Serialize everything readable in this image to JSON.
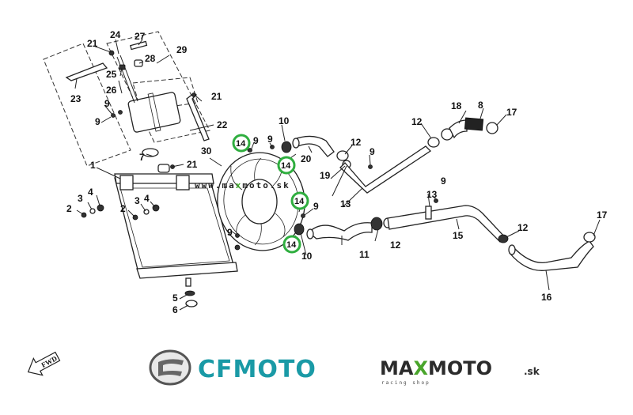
{
  "diagram": {
    "title_hidden": false,
    "watermark": {
      "prefix": "www.ma",
      "highlight": "x",
      "suffix": "moto.sk",
      "highlight_color": "#3fae2a"
    },
    "highlight_ring_color": "#2fae3f",
    "callouts": {
      "c1": "1",
      "c2a": "2",
      "c2b": "2",
      "c3a": "3",
      "c3b": "3",
      "c4a": "4",
      "c4b": "4",
      "c5": "5",
      "c6": "6",
      "c7": "7",
      "c8": "8",
      "c9a": "9",
      "c9b": "9",
      "c9c": "9",
      "c9d": "9",
      "c9e": "9",
      "c9f": "9",
      "c9g": "9",
      "c9h": "9",
      "c10a": "10",
      "c10b": "10",
      "c11": "11",
      "c12a": "12",
      "c12b": "12",
      "c12c": "12",
      "c12d": "12",
      "c13a": "13",
      "c13b": "13",
      "c14a": "14",
      "c14b": "14",
      "c14c": "14",
      "c14d": "14",
      "c15": "15",
      "c16": "16",
      "c17a": "17",
      "c17b": "17",
      "c18": "18",
      "c19": "19",
      "c20": "20",
      "c21a": "21",
      "c21b": "21",
      "c21c": "21",
      "c22": "22",
      "c23": "23",
      "c24": "24",
      "c25": "25",
      "c26": "26",
      "c27": "27",
      "c28": "28",
      "c29": "29",
      "c30": "30"
    }
  },
  "footer": {
    "fwd_label": "FWD",
    "cfmoto": {
      "text": "CFMOTO",
      "color": "#1a9aa6"
    },
    "maxmoto": {
      "pre": "MA",
      "x": "X",
      "post": "MOTO",
      "tld": ".sk",
      "tagline": "racing shop",
      "x_color": "#49a52b"
    }
  }
}
